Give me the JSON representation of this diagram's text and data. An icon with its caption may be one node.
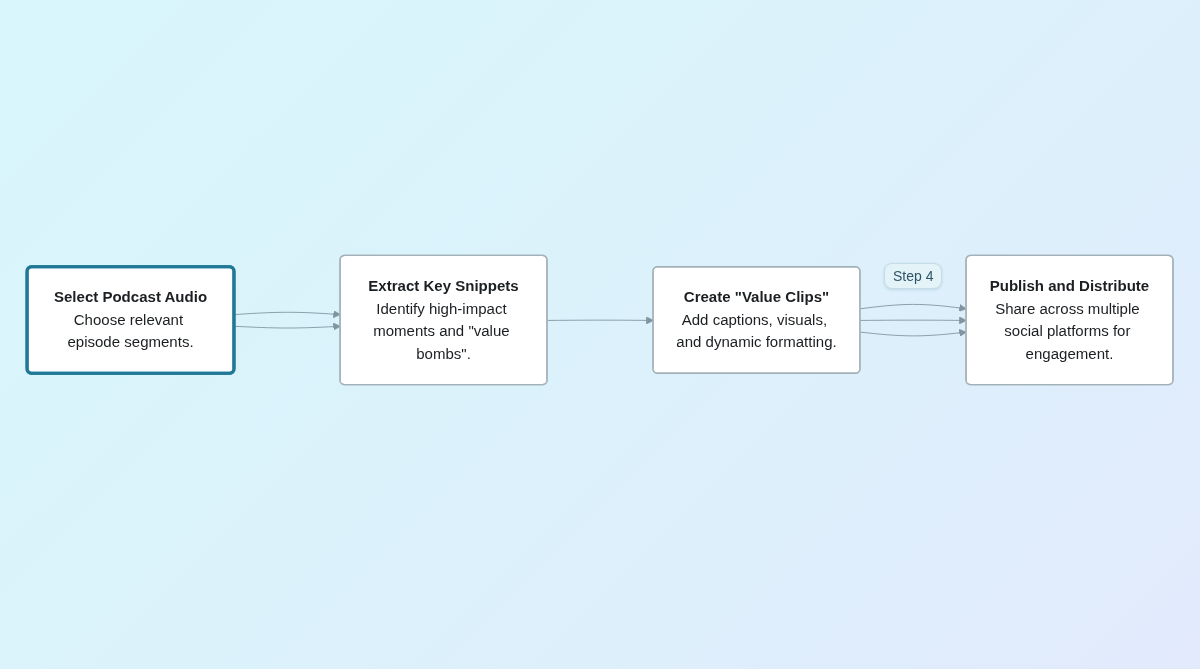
{
  "diagram": {
    "nodes": [
      {
        "text": [
          "Select Podcast Audio",
          "Choose relevant episode segments."
        ]
      },
      {
        "text": [
          "Extract Key Snippets",
          "Identify high-impact moments and \"value bombs\"."
        ]
      },
      {
        "text": [
          "Create \"Value Clips\"",
          "Add captions, visuals, and dynamic formatting."
        ]
      },
      {
        "text": [
          "Publish and Distribute",
          "Share across multiple social platforms for engagement."
        ]
      }
    ],
    "edges": [
      {
        "from": 0,
        "to": 1,
        "arrow": "to"
      },
      {
        "from": 0,
        "to": 1,
        "arrow": "to"
      },
      {
        "from": 1,
        "to": 2,
        "arrow": "to"
      },
      {
        "from": 2,
        "to": 3,
        "arrow": "to"
      },
      {
        "from": 2,
        "to": 3,
        "arrow": "to"
      },
      {
        "from": 2,
        "to": 3,
        "arrow": "to"
      }
    ],
    "labels": [
      "Step 4"
    ]
  }
}
